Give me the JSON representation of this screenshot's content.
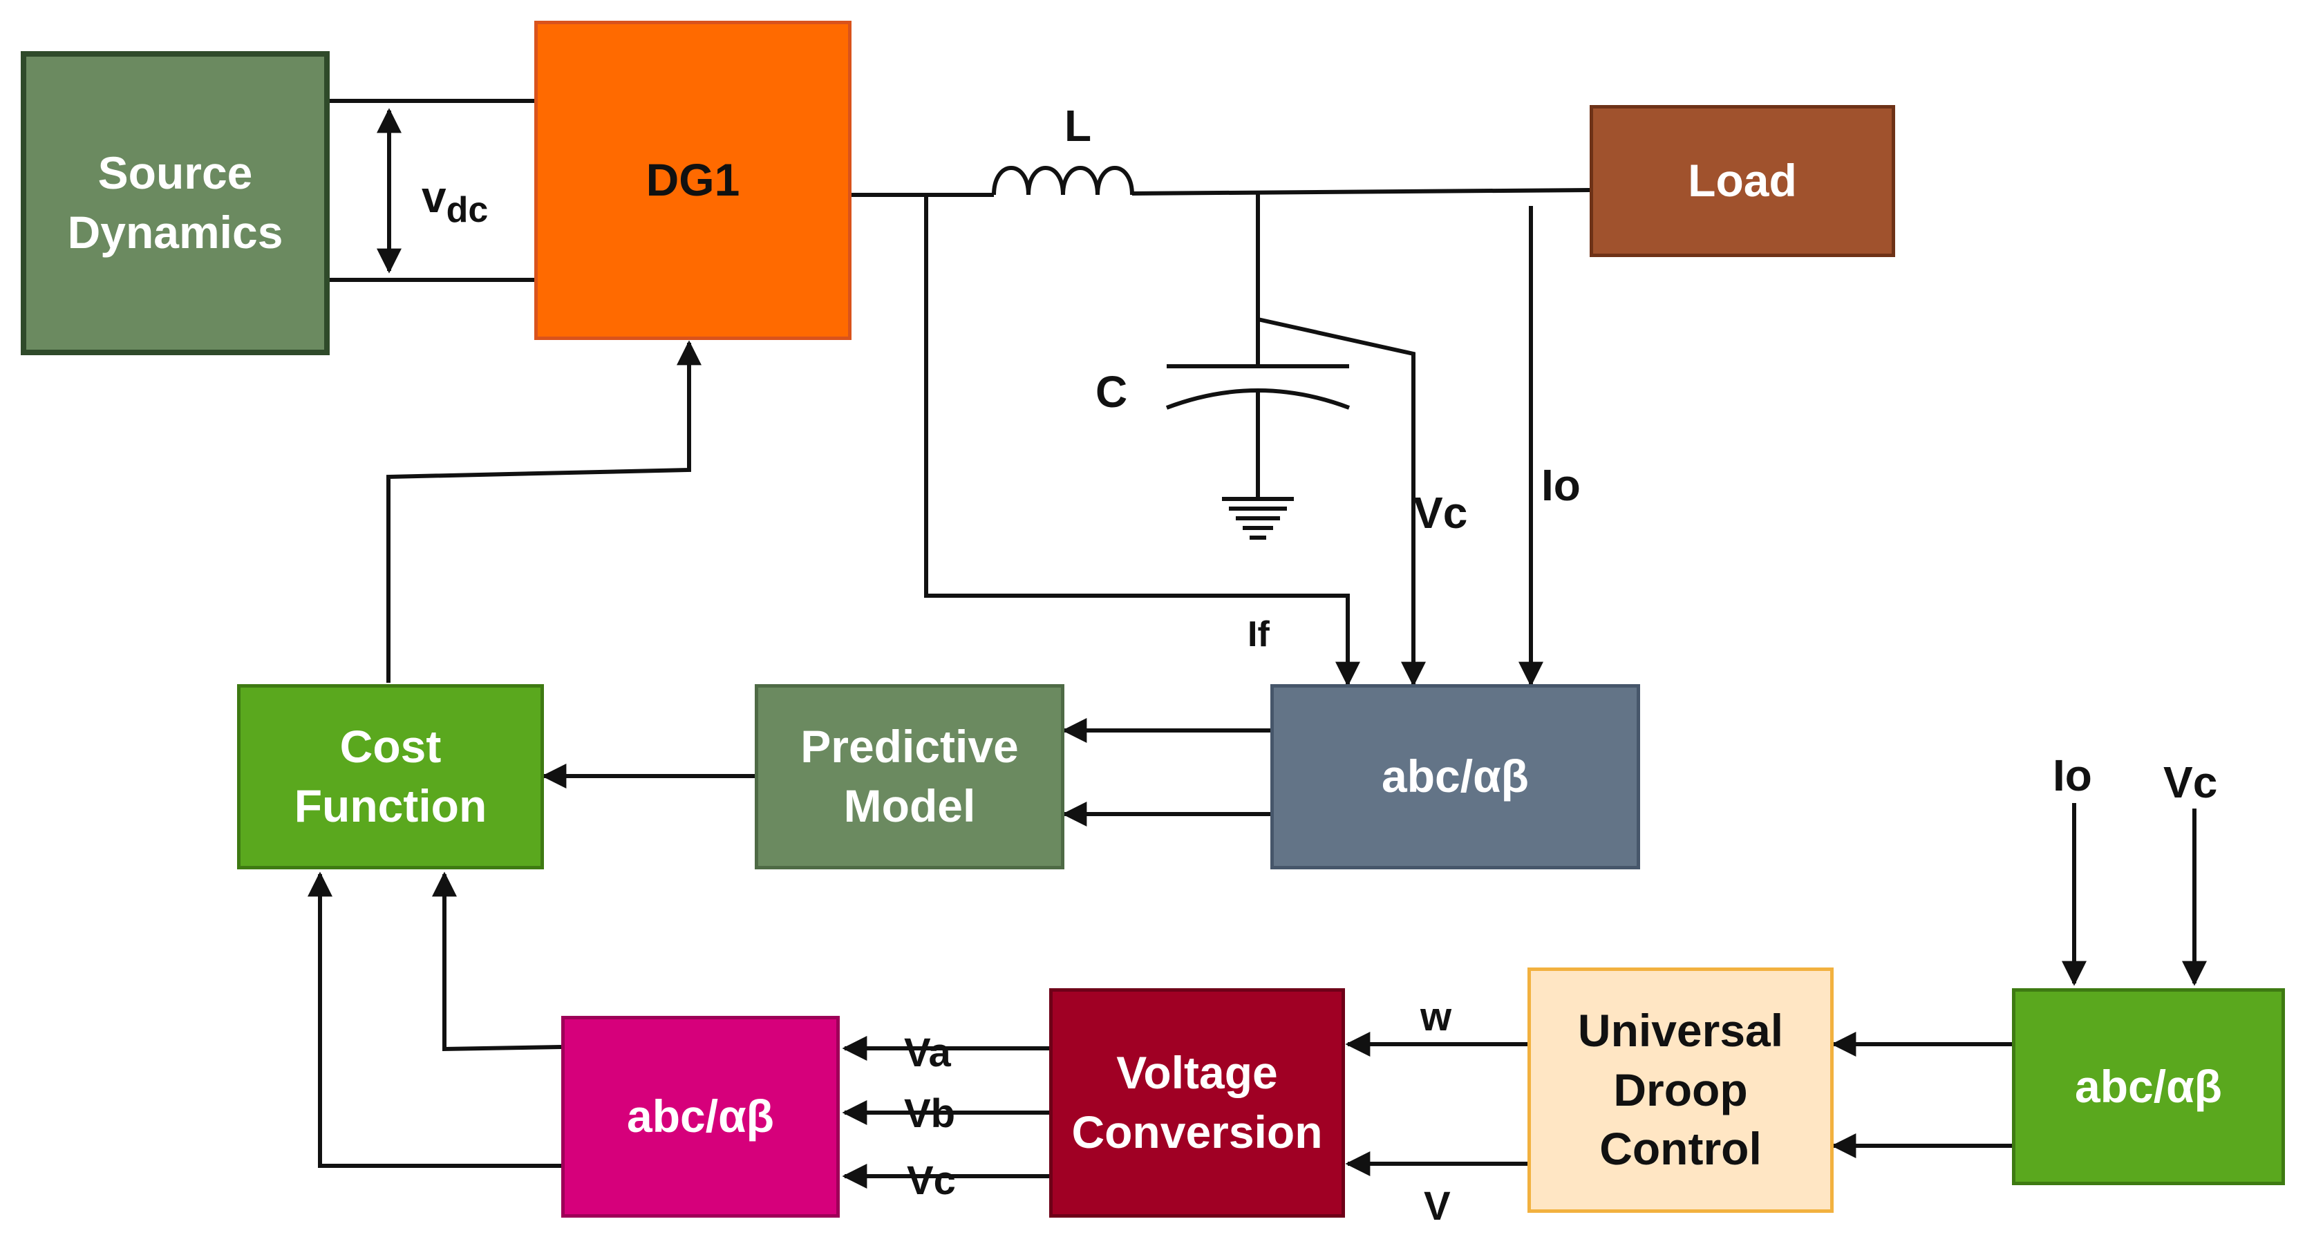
{
  "blocks": {
    "source": {
      "label": "Source\nDynamics",
      "fill": "#6b8a60",
      "border": "#2f4a2a",
      "text": "#ffffff"
    },
    "dg1": {
      "label": "DG1",
      "fill": "#ff6a00",
      "border": "#d9531c",
      "text": "#111111"
    },
    "load": {
      "label": "Load",
      "fill": "#a0522d",
      "border": "#6e3217",
      "text": "#ffffff"
    },
    "cost": {
      "label": "Cost\nFunction",
      "fill": "#5aa81e",
      "border": "#3e7a12",
      "text": "#ffffff"
    },
    "predictive": {
      "label": "Predictive\nModel",
      "fill": "#6b8a60",
      "border": "#4e6a45",
      "text": "#ffffff"
    },
    "abc_top": {
      "label": "abc/αβ",
      "fill": "#637487",
      "border": "#46566a",
      "text": "#ffffff"
    },
    "abc_pink": {
      "label": "abc/αβ",
      "fill": "#d6007b",
      "border": "#9e0058",
      "text": "#ffffff"
    },
    "voltage": {
      "label": "Voltage\nConversion",
      "fill": "#a00024",
      "border": "#6e0018",
      "text": "#ffffff"
    },
    "droop": {
      "label": "Universal\nDroop\nControl",
      "fill": "#ffe6c4",
      "border": "#f2b13f",
      "text": "#111111"
    },
    "abc_green": {
      "label": "abc/αβ",
      "fill": "#5aa81e",
      "border": "#3e7a12",
      "text": "#ffffff"
    }
  },
  "labels": {
    "vdc": "v",
    "vdc_sub": "dc",
    "L": "L",
    "C": "C",
    "Vc_top": "Vc",
    "Io_top": "Io",
    "If": "If",
    "Io_right": "Io",
    "Vc_right": "Vc",
    "Va": "Va",
    "Vb": "Vb",
    "Vc_bottom": "Vc",
    "w": "w",
    "V": "V"
  }
}
